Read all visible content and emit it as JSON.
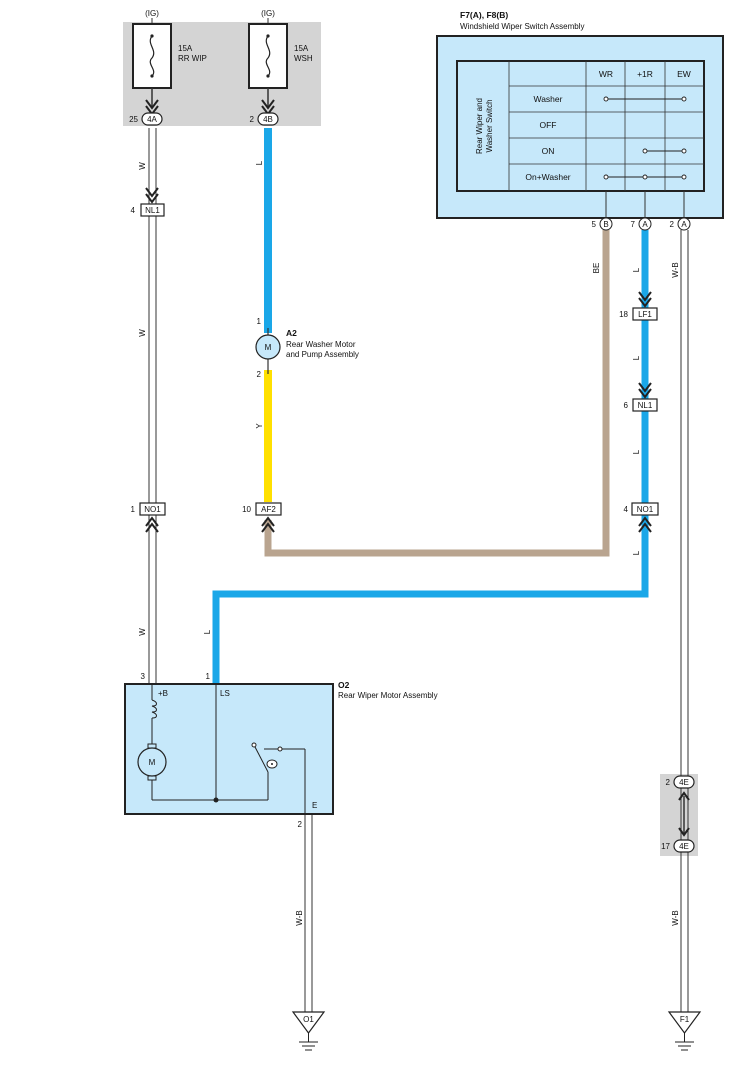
{
  "fuses": [
    {
      "ig": "(IG)",
      "amp": "15A",
      "name": "RR WIP",
      "pin": "25",
      "conn": "4A"
    },
    {
      "ig": "(IG)",
      "amp": "15A",
      "name": "WSH",
      "pin": "2",
      "conn": "4B"
    }
  ],
  "switch_assembly": {
    "id": "F7(A), F8(B)",
    "title": "Windshield Wiper Switch Assembly",
    "side_label_line1": "Rear Wiper and",
    "side_label_line2": "Washer Switch",
    "columns": [
      "WR",
      "+1R",
      "EW"
    ],
    "rows": [
      "Washer",
      "OFF",
      "ON",
      "On+Washer"
    ],
    "pins": [
      {
        "num": "5",
        "conn": "B"
      },
      {
        "num": "7",
        "conn": "A"
      },
      {
        "num": "2",
        "conn": "A"
      }
    ]
  },
  "washer_motor": {
    "id": "A2",
    "name_line1": "Rear Washer Motor",
    "name_line2": "and Pump Assembly",
    "symbol": "M",
    "pin_top": "1",
    "pin_bottom": "2"
  },
  "wiper_motor": {
    "id": "O2",
    "name": "Rear Wiper Motor Assembly",
    "symbol": "M",
    "term_b": "+B",
    "term_ls": "LS",
    "term_e": "E",
    "pin_b": "3",
    "pin_ls": "1",
    "pin_e": "2"
  },
  "connectors": {
    "nl1_left": {
      "pin": "4",
      "name": "NL1"
    },
    "no1_left": {
      "pin": "1",
      "name": "NO1"
    },
    "af2": {
      "pin": "10",
      "name": "AF2"
    },
    "lf1": {
      "pin": "18",
      "name": "LF1"
    },
    "nl1_right": {
      "pin": "6",
      "name": "NL1"
    },
    "no1_right": {
      "pin": "4",
      "name": "NO1"
    },
    "j4e_top": {
      "pin": "2",
      "name": "4E"
    },
    "j4e_bottom": {
      "pin": "17",
      "name": "4E"
    }
  },
  "wire_colors": {
    "w": "W",
    "l": "L",
    "y": "Y",
    "be": "BE",
    "wb": "W-B"
  },
  "grounds": {
    "left": "O1",
    "right": "F1"
  },
  "colors": {
    "blue_wire": "#1aa7e8",
    "yellow_wire": "#ffe000",
    "beige_wire": "#b9a48f",
    "component_fill": "#c6e8fa",
    "junction_fill": "#d4d4d4"
  }
}
